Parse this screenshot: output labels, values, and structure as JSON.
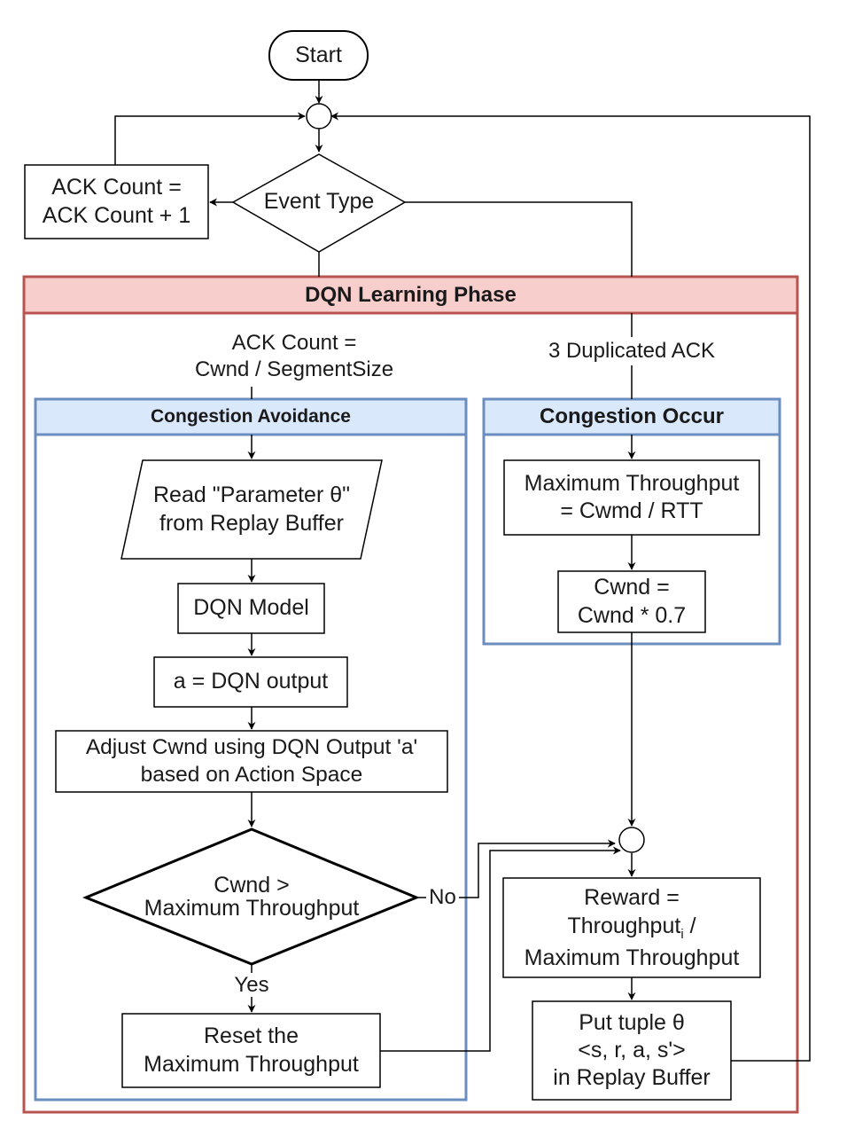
{
  "nodes": {
    "start": "Start",
    "ack_count_line1": "ACK Count =",
    "ack_count_line2": "ACK Count + 1",
    "event_type": "Event Type",
    "read_param_line1": "Read \"Parameter θ\"",
    "read_param_line2": "from Replay Buffer",
    "dqn_model": "DQN Model",
    "a_output": "a = DQN output",
    "adjust_line1": "Adjust Cwnd using DQN Output 'a'",
    "adjust_line2": "based on Action Space",
    "decision_line1": "Cwnd >",
    "decision_line2": "Maximum Throughput",
    "reset_line1": "Reset the",
    "reset_line2": "Maximum Throughput",
    "max_tp_line1": "Maximum Throughput",
    "max_tp_line2": "= Cwmd / RTT",
    "cwnd_line1": "Cwnd =",
    "cwnd_line2": "Cwnd * 0.7",
    "reward_line1": "Reward =",
    "reward_line2_main": "Throughput",
    "reward_line2_sub": "i",
    "reward_line2_tail": " /",
    "reward_line3": "Maximum Throughput",
    "put_line1": "Put tuple θ",
    "put_line2": "<s, r, a, s'>",
    "put_line3": "in Replay Buffer"
  },
  "containers": {
    "dqn_phase": "DQN Learning Phase",
    "congestion_avoidance": "Congestion Avoidance",
    "congestion_occur": "Congestion Occur"
  },
  "edge_labels": {
    "ack_cond_line1": "ACK Count =",
    "ack_cond_line2": "Cwnd / SegmentSize",
    "dup_ack": "3 Duplicated ACK",
    "no": "No",
    "yes": "Yes"
  },
  "colors": {
    "phase_border": "#b85450",
    "phase_header_fill": "#f8cecc",
    "section_border": "#6c8ebf",
    "section_header_fill": "#dae8fc",
    "line": "#000000"
  }
}
